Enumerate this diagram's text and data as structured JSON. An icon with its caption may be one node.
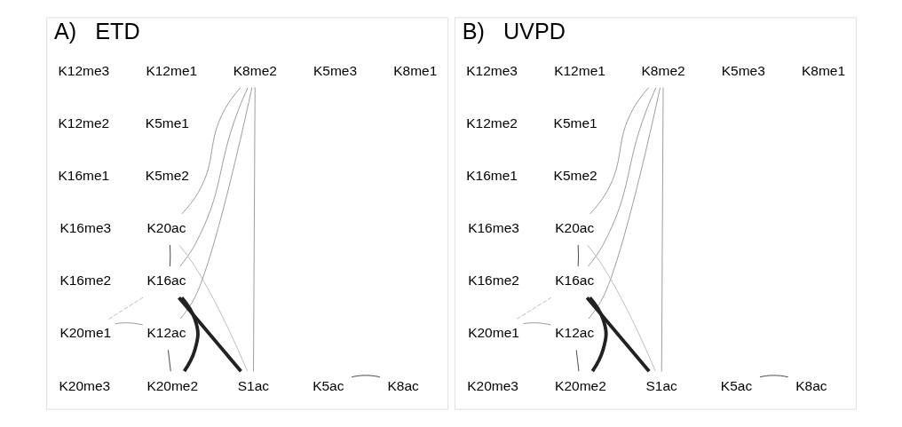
{
  "diagram": {
    "nodes": [
      {
        "text": [
          "A)   ETD"
        ]
      },
      {
        "text": [
          "K8me2"
        ],
        "in": 0
      },
      {
        "text": [
          "K5me3"
        ],
        "in": 0
      },
      {
        "text": [
          "K8me1"
        ],
        "in": 0
      },
      {
        "text": [
          "K5me1"
        ],
        "in": 0
      },
      {
        "text": [
          "K5me2"
        ],
        "in": 0
      },
      {
        "text": [
          "K20ac"
        ],
        "in": 0
      },
      {
        "text": [
          "K16ac"
        ],
        "in": 0
      },
      {
        "text": [
          "K12ac"
        ],
        "in": 0
      },
      {
        "text": [
          "K8ac"
        ],
        "in": 0
      },
      {
        "text": [
          "K5ac"
        ],
        "in": 0
      },
      {
        "text": [
          "S1ac"
        ],
        "in": 0
      },
      {
        "text": [
          "K20me2"
        ],
        "in": 0
      },
      {
        "text": [
          "K20me3"
        ],
        "in": 0
      },
      {
        "text": [
          "K20me1"
        ],
        "in": 0
      },
      {
        "text": [
          "K16me2"
        ],
        "in": 0
      },
      {
        "text": [
          "K16me3"
        ],
        "in": 0
      },
      {
        "text": [
          "K16me1"
        ],
        "in": 0
      },
      {
        "text": [
          "K12me2"
        ],
        "in": 0
      },
      {
        "text": [
          "K12me3"
        ],
        "in": 0
      },
      {
        "text": [
          "K12me1"
        ],
        "in": 0
      },
      {
        "text": [
          "B)   UVPD"
        ]
      },
      {
        "text": [
          "K8me2"
        ],
        "in": 21
      },
      {
        "text": [
          "K5me3"
        ],
        "in": 21
      },
      {
        "text": [
          "K8me1"
        ],
        "in": 21
      },
      {
        "text": [
          "K5me1"
        ],
        "in": 21
      },
      {
        "text": [
          "K5me2"
        ],
        "in": 21
      },
      {
        "text": [
          "K20ac"
        ],
        "in": 21
      },
      {
        "text": [
          "K16ac"
        ],
        "in": 21
      },
      {
        "text": [
          "K12ac"
        ],
        "in": 21
      },
      {
        "text": [
          "K8ac"
        ],
        "in": 21
      },
      {
        "text": [
          "K5ac"
        ],
        "in": 21
      },
      {
        "text": [
          "S1ac"
        ],
        "in": 21
      },
      {
        "text": [
          "K20me2"
        ],
        "in": 21
      },
      {
        "text": [
          "K20me3"
        ],
        "in": 21
      },
      {
        "text": [
          "K20me1"
        ],
        "in": 21
      },
      {
        "text": [
          "K16me2"
        ],
        "in": 21
      },
      {
        "text": [
          "K16me3"
        ],
        "in": 21
      },
      {
        "text": [
          "K16me1"
        ],
        "in": 21
      },
      {
        "text": [
          "K12me2"
        ],
        "in": 21
      },
      {
        "text": [
          "K12me3"
        ],
        "in": 21
      },
      {
        "text": [
          "K12me1"
        ],
        "in": 21
      }
    ],
    "edges": [
      {
        "from": 1,
        "to": 6,
        "arrow": "none"
      },
      {
        "from": 1,
        "to": 7,
        "arrow": "none"
      },
      {
        "from": 1,
        "to": 8,
        "arrow": "none"
      },
      {
        "from": 1,
        "to": 11,
        "arrow": "none"
      },
      {
        "from": 14,
        "to": 8,
        "arrow": "none"
      },
      {
        "from": 6,
        "to": 11,
        "arrow": "none",
        "color": "#bbbbbb"
      },
      {
        "from": 14,
        "to": 7,
        "arrow": "none",
        "style": "dashed",
        "color": "#bbbbbb"
      },
      {
        "from": 12,
        "to": 7,
        "arrow": "none",
        "style": "thick",
        "color": "#222222"
      },
      {
        "from": 11,
        "to": 7,
        "arrow": "none",
        "style": "thick",
        "color": "#222222"
      },
      {
        "from": 12,
        "to": 8,
        "arrow": "none",
        "color": "#444444"
      },
      {
        "from": 10,
        "to": 9,
        "arrow": "none",
        "color": "#444444"
      },
      {
        "from": 6,
        "to": 7,
        "arrow": "none",
        "color": "#444444"
      },
      {
        "from": 22,
        "to": 27,
        "arrow": "none"
      },
      {
        "from": 22,
        "to": 28,
        "arrow": "none"
      },
      {
        "from": 22,
        "to": 29,
        "arrow": "none"
      },
      {
        "from": 22,
        "to": 32,
        "arrow": "none"
      },
      {
        "from": 35,
        "to": 29,
        "arrow": "none"
      },
      {
        "from": 27,
        "to": 32,
        "arrow": "none",
        "color": "#bbbbbb"
      },
      {
        "from": 35,
        "to": 28,
        "arrow": "none",
        "style": "dashed",
        "color": "#bbbbbb"
      },
      {
        "from": 33,
        "to": 28,
        "arrow": "none",
        "style": "thick",
        "color": "#222222"
      },
      {
        "from": 32,
        "to": 28,
        "arrow": "none",
        "style": "thick",
        "color": "#222222"
      },
      {
        "from": 33,
        "to": 29,
        "arrow": "none",
        "color": "#444444"
      },
      {
        "from": 31,
        "to": 30,
        "arrow": "none",
        "color": "#444444"
      },
      {
        "from": 27,
        "to": 28,
        "arrow": "none",
        "color": "#444444"
      }
    ]
  }
}
